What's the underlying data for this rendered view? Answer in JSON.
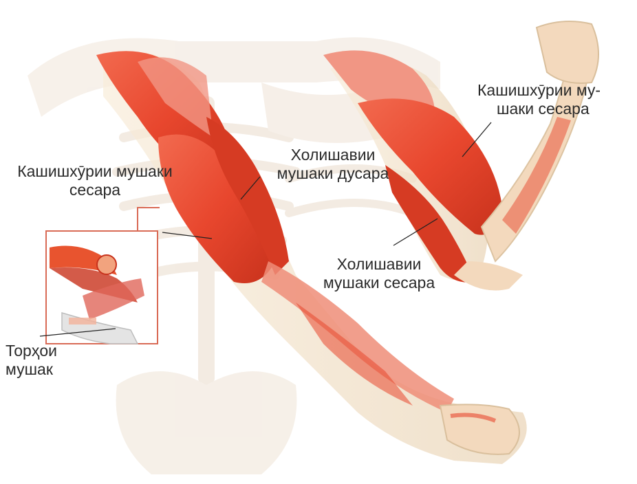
{
  "labels": {
    "biceps_right": [
      "Кашишхӯрии му-",
      "шаки сесара"
    ],
    "biceps_left": [
      "Кашишхӯрии мушаки",
      "сесара"
    ],
    "contracted_biceps": [
      "Холишавии",
      "мушаки дусара"
    ],
    "contracted_triceps": [
      "Холишавии",
      "мушаки сесара"
    ],
    "fibers": [
      "Торҳои",
      "мушак"
    ]
  },
  "colors": {
    "muscle": "#e8472e",
    "muscle_dark": "#c8321c",
    "muscle_light": "#f19684",
    "bone": "#f5e6cf",
    "skeleton_ghost": "#f3ebe3",
    "inset_border": "#d96a55",
    "leader_line": "#222222"
  }
}
